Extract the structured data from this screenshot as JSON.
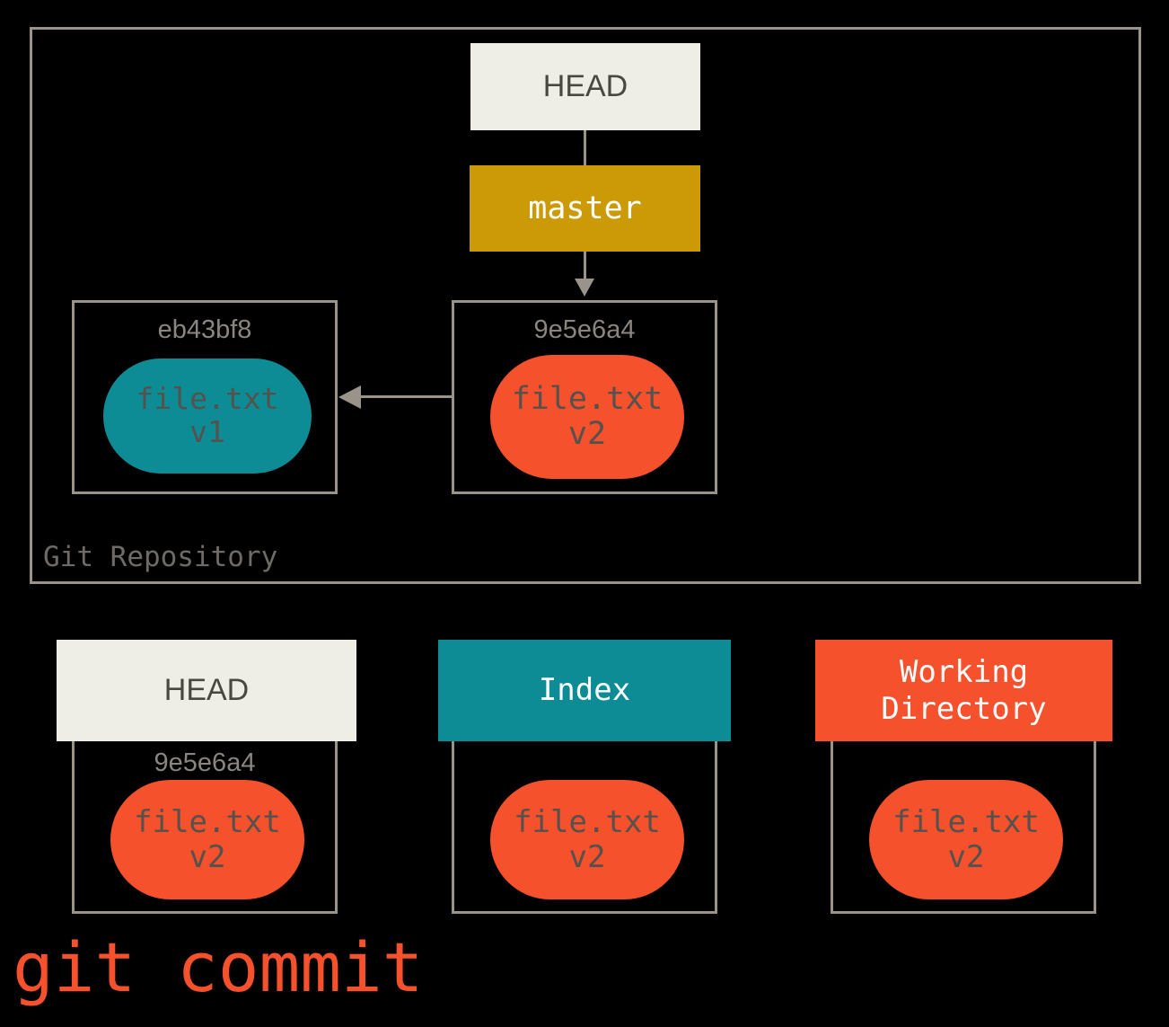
{
  "caption": "git commit",
  "colors": {
    "background": "#000000",
    "border_gray": "#9a938a",
    "cream": "#efeee6",
    "gold": "#cc9a06",
    "teal": "#0e8c96",
    "orange_red": "#f4512c",
    "text_gray": "#55514c",
    "hash_gray": "#8a857e",
    "white": "#ffffff"
  },
  "repository": {
    "label": "Git Repository",
    "head_pointer": {
      "label": "HEAD"
    },
    "branch": {
      "label": "master"
    },
    "commits": [
      {
        "hash": "eb43bf8",
        "blob": {
          "filename": "file.txt",
          "version": "v1",
          "color": "#0e8c96"
        }
      },
      {
        "hash": "9e5e6a4",
        "blob": {
          "filename": "file.txt",
          "version": "v2",
          "color": "#f4512c"
        }
      }
    ]
  },
  "areas": [
    {
      "name": "HEAD",
      "header_label": "HEAD",
      "header_bg": "#efeee6",
      "header_fg": "#4a4742",
      "hash": "9e5e6a4",
      "blob": {
        "filename": "file.txt",
        "version": "v2",
        "color": "#f4512c"
      }
    },
    {
      "name": "Index",
      "header_label": "Index",
      "header_bg": "#0e8c96",
      "header_fg": "#ffffff",
      "hash": "",
      "blob": {
        "filename": "file.txt",
        "version": "v2",
        "color": "#f4512c"
      }
    },
    {
      "name": "Working Directory",
      "header_label": "Working\nDirectory",
      "header_bg": "#f4512c",
      "header_fg": "#ffffff",
      "hash": "",
      "blob": {
        "filename": "file.txt",
        "version": "v2",
        "color": "#f4512c"
      }
    }
  ]
}
